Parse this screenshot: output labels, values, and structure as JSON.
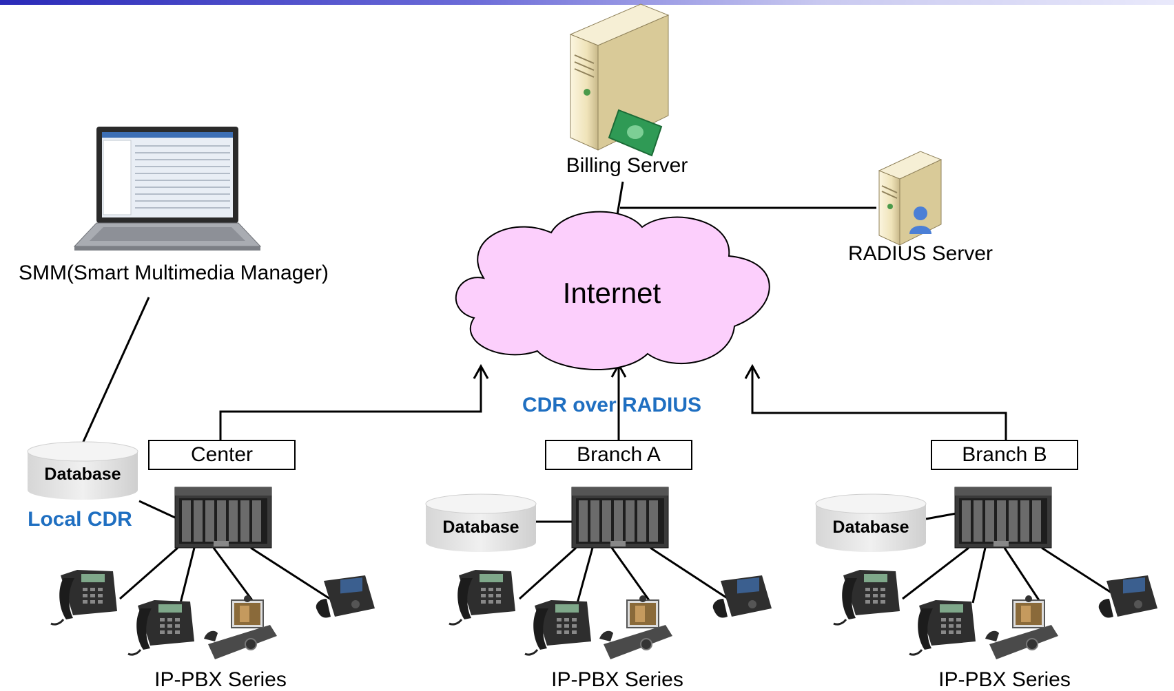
{
  "diagram": {
    "billing_server": "Billing Server",
    "radius_server": "RADIUS Server",
    "smm": "SMM(Smart Multimedia Manager)",
    "internet": "Internet",
    "cdr_over_radius": "CDR over RADIUS",
    "local_cdr": "Local CDR",
    "sites": [
      {
        "name": "Center",
        "database": "Database",
        "series": "IP-PBX Series"
      },
      {
        "name": "Branch A",
        "database": "Database",
        "series": "IP-PBX Series"
      },
      {
        "name": "Branch B",
        "database": "Database",
        "series": "IP-PBX Series"
      }
    ]
  },
  "colors": {
    "cloud_fill": "#fccffc",
    "accent_text": "#1f6fc1",
    "database_fill": "#e3e3e3",
    "top_bar": "#2a2ab8"
  }
}
